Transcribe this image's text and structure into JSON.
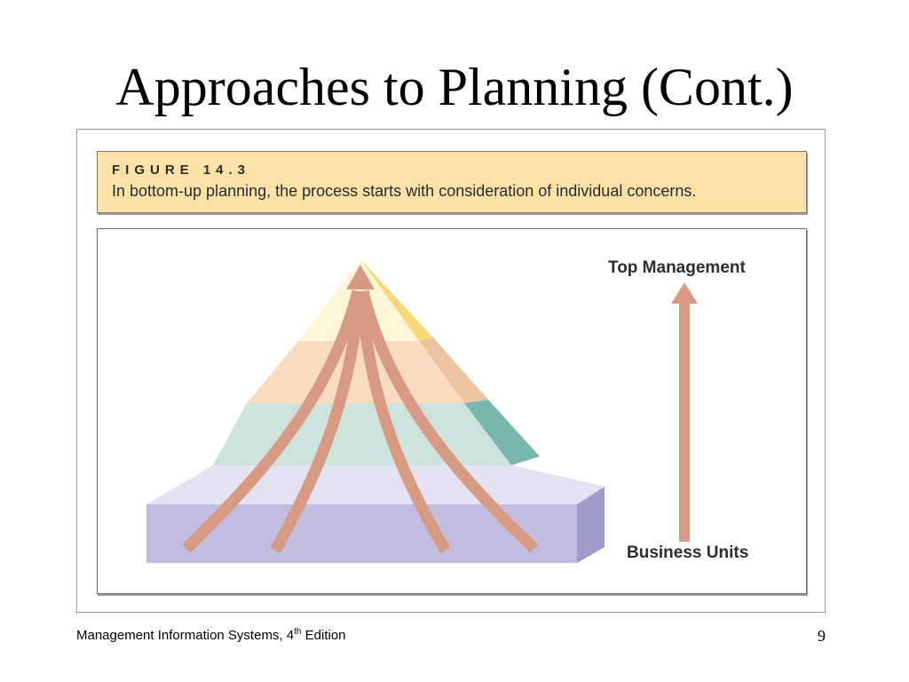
{
  "slide": {
    "title": "Approaches to Planning (Cont.)"
  },
  "figure": {
    "label": "FIGURE 14.3",
    "caption": "In bottom-up planning, the process starts with consideration of individual concerns."
  },
  "diagram": {
    "top_label": "Top Management",
    "bottom_label": "Business Units",
    "colors": {
      "pyramid_apex": "#fdf6d8",
      "pyramid_apex_side": "#f7d97a",
      "pyramid_upper": "#f8dcc0",
      "pyramid_upper_side": "#eec4a0",
      "pyramid_middle": "#cde3de",
      "pyramid_middle_side": "#78b7b0",
      "base_top": "#e3e1f2",
      "base_front": "#c1bddf",
      "base_side": "#9f9bcd",
      "arrow": "#d99a84"
    }
  },
  "footer": {
    "course_prefix": "Management Information Systems, 4",
    "course_superscript": "th",
    "course_suffix": " Edition",
    "page_number": "9"
  }
}
